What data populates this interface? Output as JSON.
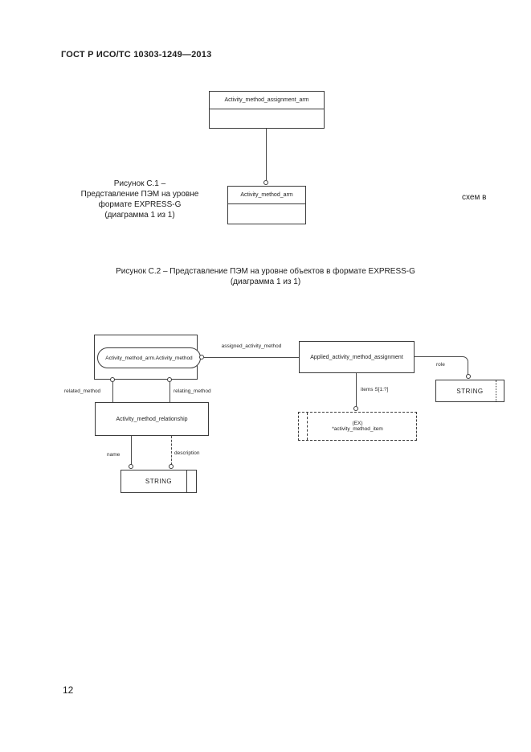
{
  "page": {
    "header": "ГОСТ Р ИСО/ТС 10303-1249—2013",
    "page_number": "12"
  },
  "figure_c1": {
    "caption_line1": "Рисунок  С.1 –",
    "caption_line2": "Представление ПЭМ на уровне",
    "caption_line3": "формате EXPRESS-G",
    "caption_line4": "(диаграмма 1 из 1)",
    "side_text": "схем в",
    "box_top": "Activity_method_assignment_arm",
    "box_bottom": "Activity_method_arm"
  },
  "figure_c2": {
    "caption_line1": "Рисунок С.2 – Представление ПЭМ на уровне объектов в формате EXPRESS-G",
    "caption_line2": "(диаграмма 1 из 1)",
    "entity_stadium": "Activity_method_arm.Activity_method",
    "applied_box": "Applied_activity_method_assignment",
    "relationship_box": "Activity_method_relationship",
    "select_box_line1": "(EX)",
    "select_box_line2": "*activity_method_item",
    "string_type_role": "STRING",
    "string_type_name": "STRING",
    "labels": {
      "assigned": "assigned_activity_method",
      "role": "role",
      "items": "items S[1:?]",
      "related": "related_method",
      "relating": "relating_method",
      "name": "name",
      "description": "description"
    }
  }
}
